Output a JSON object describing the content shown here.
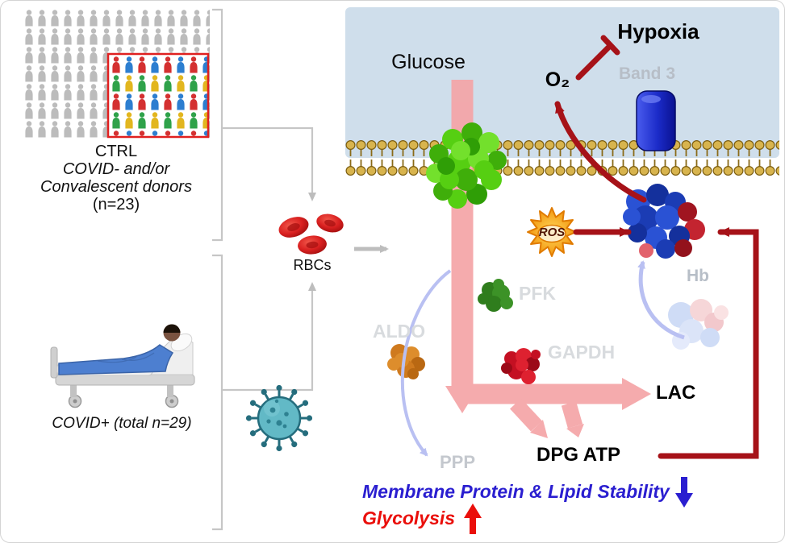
{
  "left": {
    "ctrl_title": "CTRL",
    "ctrl_line1": "COVID- and/or",
    "ctrl_line2": "Convalescent donors",
    "ctrl_n": "(n=23)",
    "rbcs_label": "RBCs",
    "covid_label": "COVID+ (total n=29)"
  },
  "cell": {
    "glucose": "Glucose",
    "hypoxia": "Hypoxia",
    "o2": "O₂",
    "band3": "Band 3",
    "ros": "ROS",
    "hb": "Hb",
    "pfk": "PFK",
    "aldo": "ALDO",
    "gapdh": "GAPDH",
    "ppp": "PPP",
    "lac": "LAC",
    "dpg_atp": "DPG ATP",
    "membrane_stability": "Membrane Protein & Lipid Stability",
    "glycolysis": "Glycolysis"
  },
  "icons": {
    "crowd": "crowd-of-donors-icon",
    "hospital_bed": "hospital-bed-patient-icon",
    "virus": "coronavirus-icon",
    "rbc": "red-blood-cell-icon",
    "ros_burst": "ros-sun-burst-icon",
    "stability_arrow": "down-arrow-icon",
    "glycolysis_arrow": "up-arrow-icon"
  },
  "colors": {
    "extracellular_bg": "#cfdeeb",
    "membrane_bead": "#d8b44e",
    "glycolysis_arrow_pink": "#f5a4a7",
    "dark_red_arrow": "#a61218",
    "purple_arrow": "#b9c0f2",
    "band3_blue": "#1b2bc8",
    "faded_label_gray": "#d8dbde",
    "protein_label_gray": "#b7bec7",
    "stability_blue": "#2a1ed0",
    "glycolysis_red": "#ea0f0b",
    "rbc_red": "#d92020",
    "virus_teal": "#62b9c6"
  }
}
